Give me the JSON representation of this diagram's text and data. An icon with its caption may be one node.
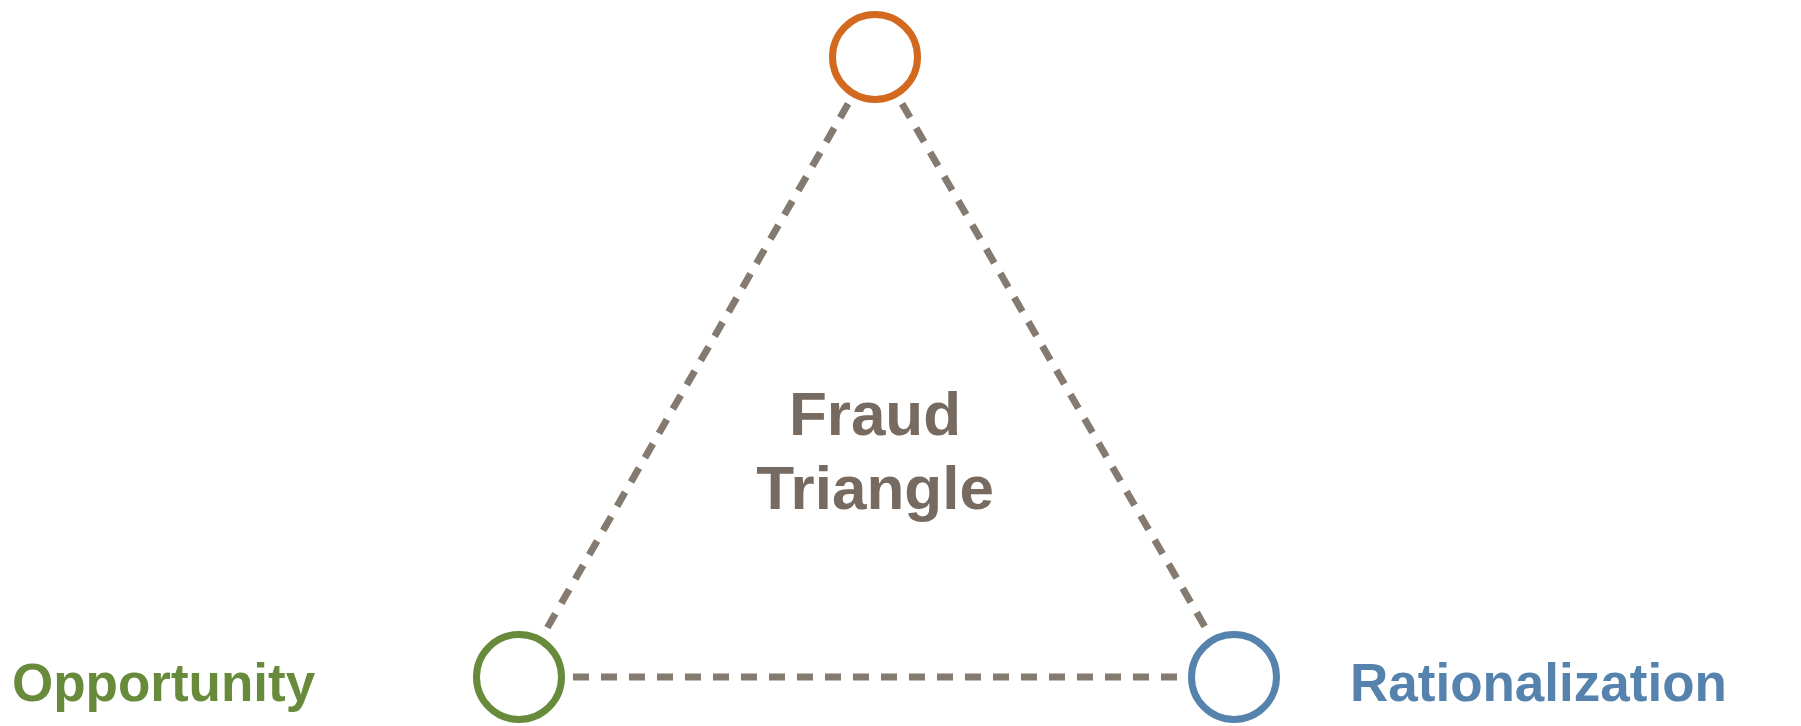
{
  "diagram": {
    "nodes": [
      {
        "text": [],
        "shape": "circle"
      },
      {
        "text": [],
        "shape": "circle",
        "beside": [
          "Opportunity"
        ]
      },
      {
        "text": [],
        "shape": "circle",
        "beside": [
          "Rationalization"
        ]
      }
    ],
    "edges": [
      {
        "from": 0,
        "to": 1,
        "arrow": "none",
        "style": "dashed"
      },
      {
        "from": 0,
        "to": 2,
        "arrow": "none",
        "style": "dashed"
      },
      {
        "from": 1,
        "to": 2,
        "arrow": "none",
        "style": "dashed"
      }
    ],
    "labels": [
      "Fraud Triangle"
    ]
  }
}
